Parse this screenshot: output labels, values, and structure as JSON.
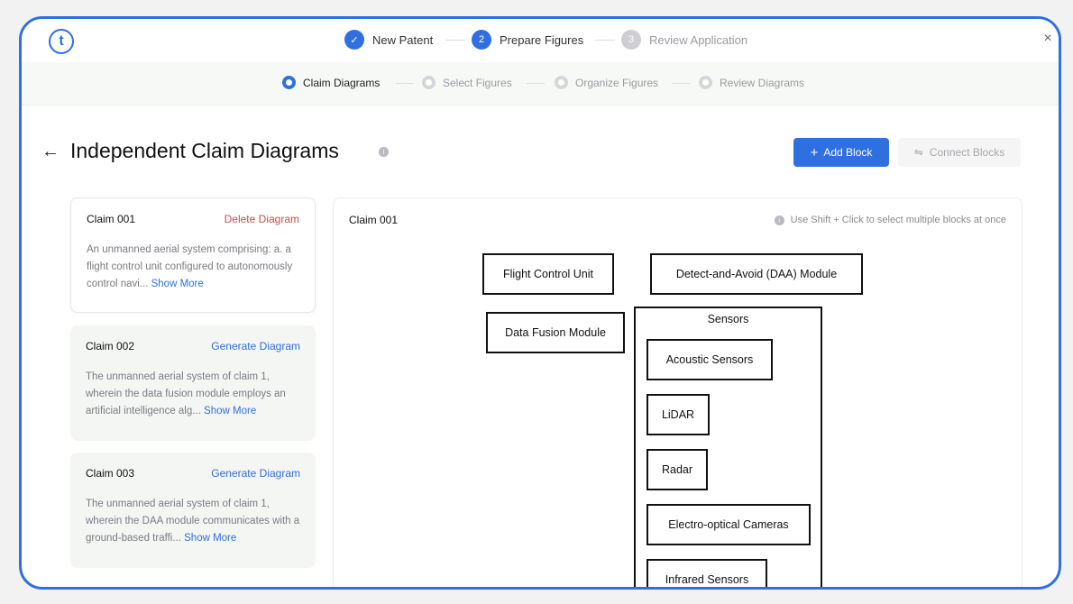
{
  "app": {
    "logo_letter": "t",
    "close_symbol": "×"
  },
  "steps": [
    {
      "num": "✓",
      "label": "New Patent",
      "state": "done"
    },
    {
      "num": "2",
      "label": "Prepare Figures",
      "state": "active"
    },
    {
      "num": "3",
      "label": "Review Application",
      "state": "todo"
    }
  ],
  "substeps": [
    {
      "label": "Claim Diagrams",
      "state": "active"
    },
    {
      "label": "Select Figures",
      "state": "todo"
    },
    {
      "label": "Organize Figures",
      "state": "todo"
    },
    {
      "label": "Review Diagrams",
      "state": "todo"
    }
  ],
  "header": {
    "back_symbol": "←",
    "title": "Independent Claim Diagrams",
    "info_symbol": "i",
    "add_block_icon": "+",
    "add_block_label": "Add Block",
    "connect_icon": "⇋",
    "connect_label": "Connect Blocks"
  },
  "claims": [
    {
      "title": "Claim 001",
      "action": "Delete Diagram",
      "text": "An unmanned aerial system comprising: a. a flight control unit configured to autonomously control navi...",
      "show_more": "Show More"
    },
    {
      "title": "Claim 002",
      "action": "Generate Diagram",
      "text": "The unmanned aerial system of claim 1, wherein the data fusion module employs an artificial intelligence alg...",
      "show_more": "Show More"
    },
    {
      "title": "Claim 003",
      "action": "Generate Diagram",
      "text": "The unmanned aerial system of claim 1, wherein the DAA module communicates with a ground-based traffi...",
      "show_more": "Show More"
    }
  ],
  "diagram": {
    "title": "Claim 001",
    "hint": "Use Shift + Click to select multiple blocks at once",
    "blocks": {
      "flight_control": "Flight Control Unit",
      "daa": "Detect-and-Avoid (DAA) Module",
      "data_fusion": "Data Fusion Module",
      "sensors_group": "Sensors",
      "acoustic": "Acoustic Sensors",
      "lidar": "LiDAR",
      "radar": "Radar",
      "eo_cameras": "Electro-optical Cameras",
      "infrared": "Infrared Sensors"
    }
  },
  "colors": {
    "accent": "#2f6fe0",
    "delete": "#c0504d",
    "frame": "#2f6fe0"
  }
}
